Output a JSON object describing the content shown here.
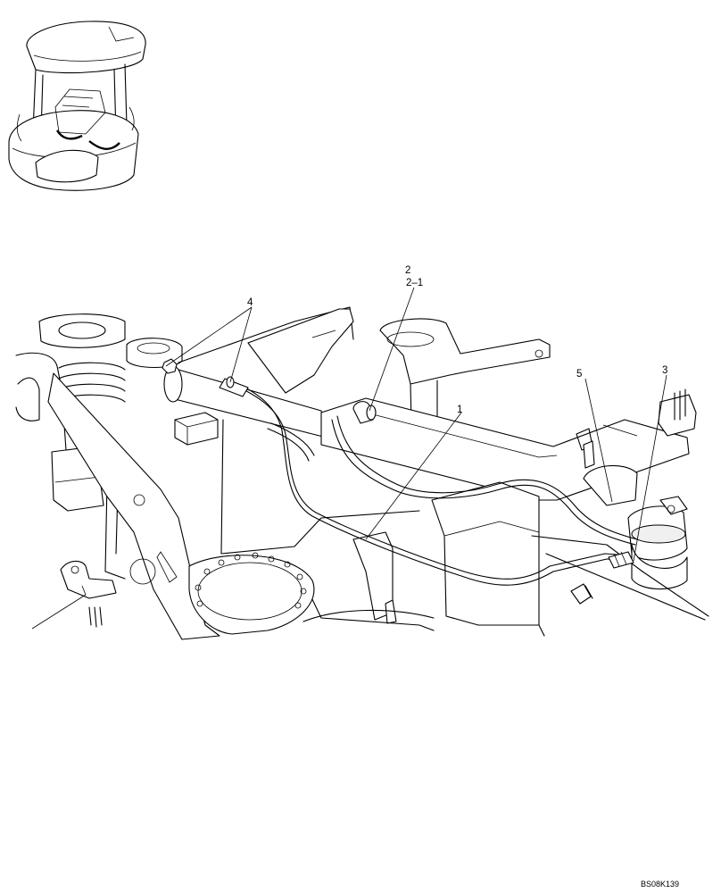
{
  "callouts": {
    "c1": "1",
    "c2": "2",
    "c2_1": "2–1",
    "c3": "3",
    "c4": "4",
    "c5": "5"
  },
  "drawing_code": "BS08K139",
  "colors": {
    "line": "#000000",
    "background": "#ffffff"
  }
}
